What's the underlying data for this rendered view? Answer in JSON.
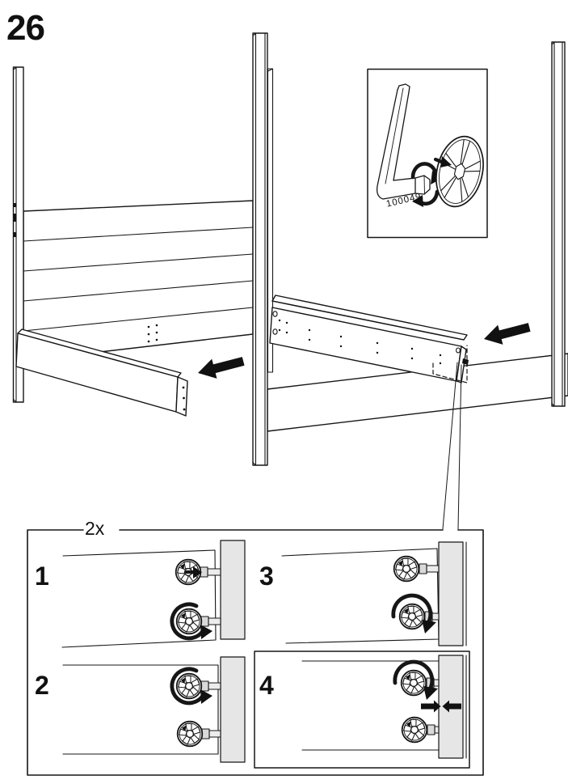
{
  "page": {
    "step_number": "26",
    "background": "#ffffff"
  },
  "hardware_detail_box": {
    "part_number": "100049"
  },
  "instructions_box": {
    "quantity_label": "2x",
    "panels": [
      {
        "number": "1"
      },
      {
        "number": "2"
      },
      {
        "number": "3"
      },
      {
        "number": "4"
      }
    ]
  },
  "colors": {
    "line": "#161616",
    "panel_fill": "#e6e6e6",
    "arrow": "#111111"
  }
}
